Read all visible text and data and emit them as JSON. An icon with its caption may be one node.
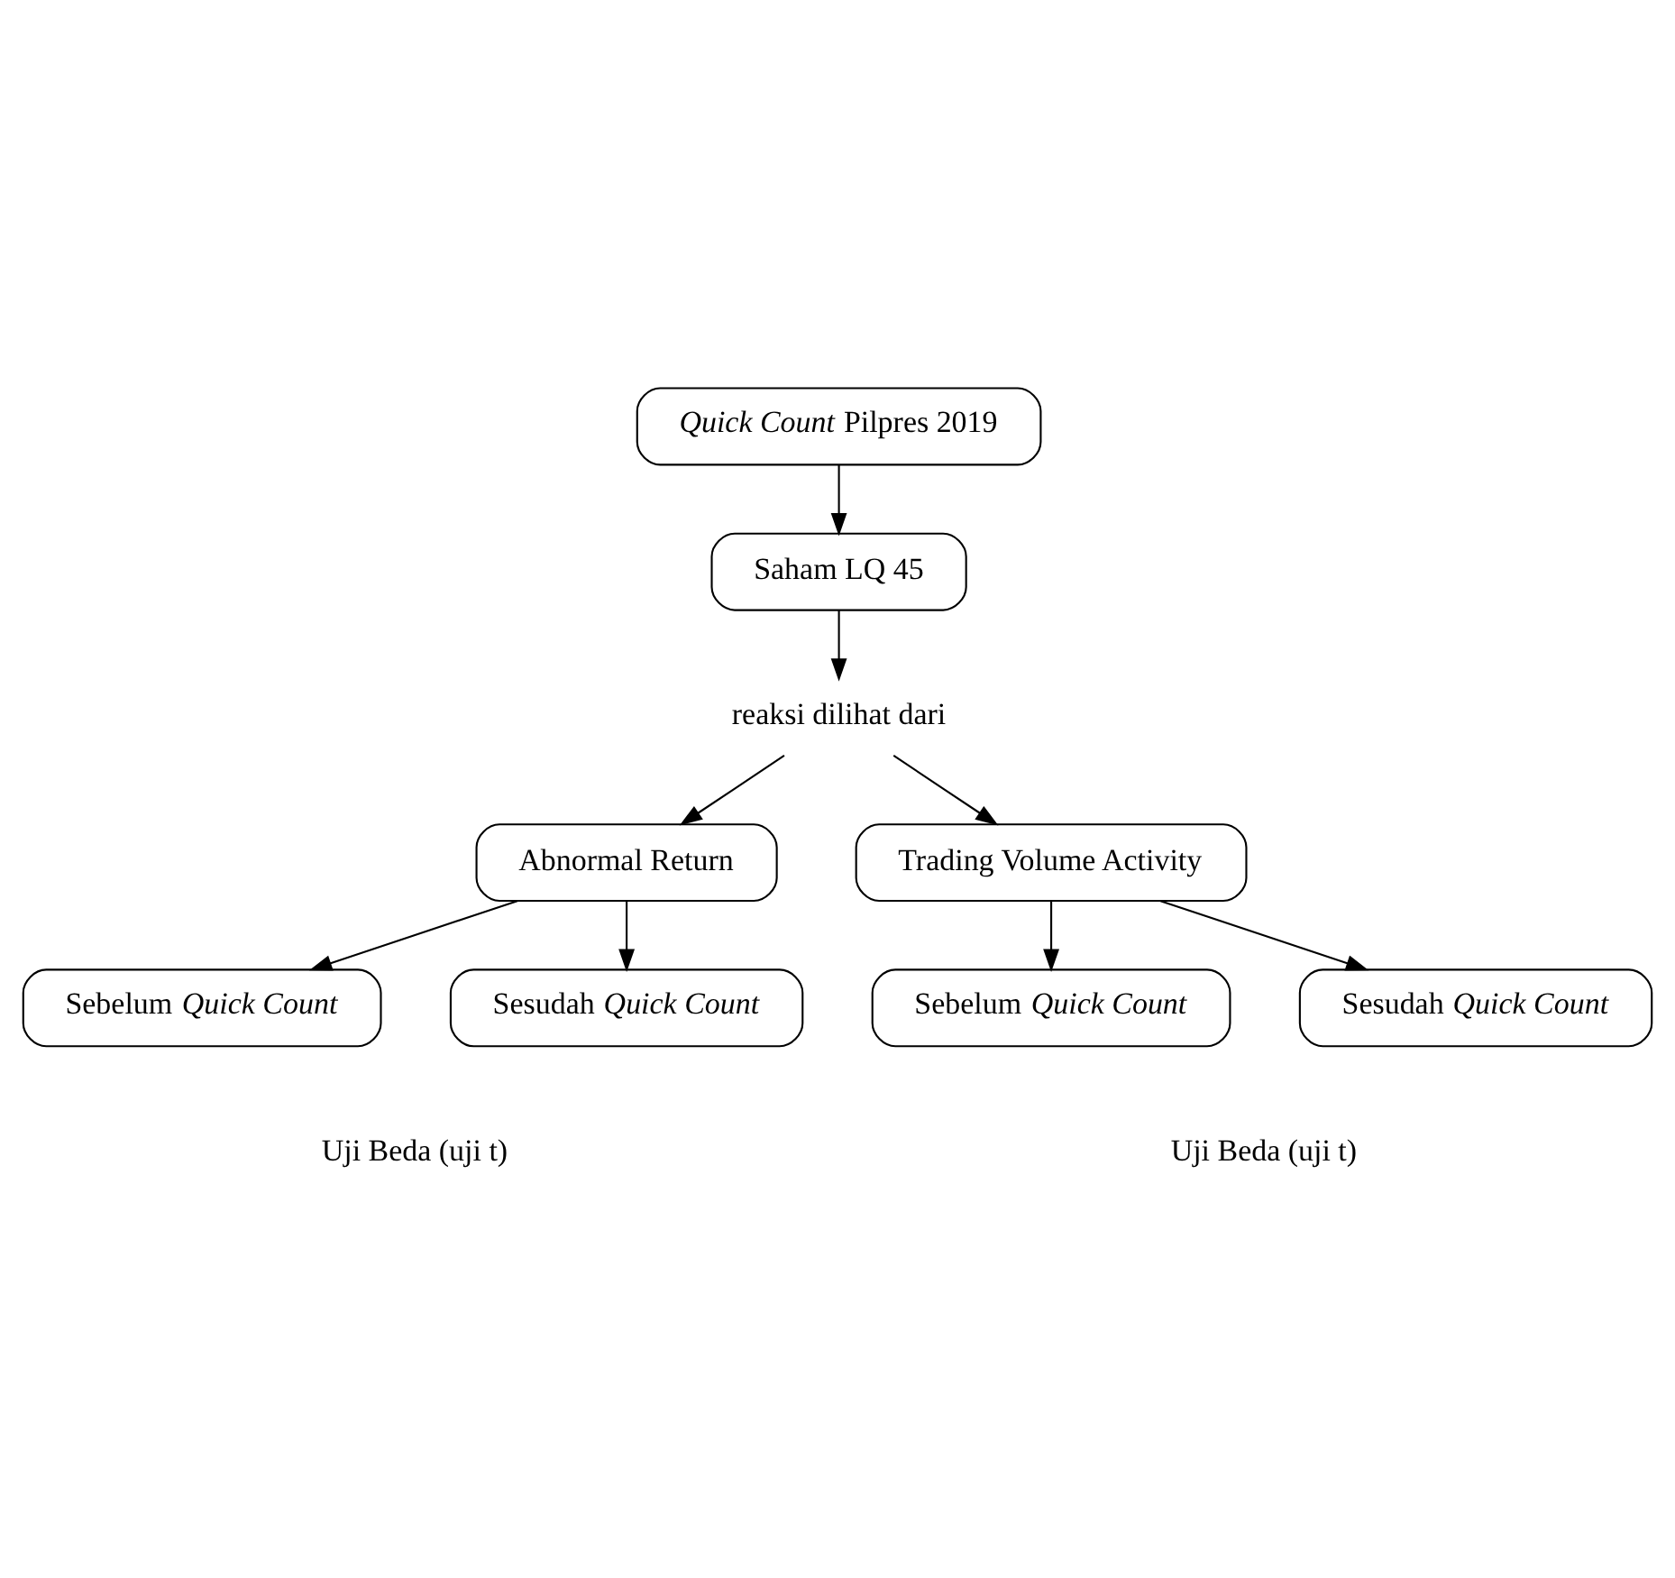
{
  "diagram": {
    "nodes": [
      {
        "text": [
          "*Quick Count* Pilpres 2019"
        ]
      },
      {
        "text": [
          "Saham LQ 45"
        ]
      },
      {
        "text": [
          "reaksi dilihat dari"
        ]
      },
      {
        "text": [
          "Abnormal Return"
        ]
      },
      {
        "text": [
          "Trading Volume Activity"
        ]
      },
      {
        "text": [
          "Sebelum *Quick Count*"
        ]
      },
      {
        "text": [
          "Sesudah *Quick Count*"
        ]
      },
      {
        "text": [
          "Sebelum *Quick Count*"
        ]
      },
      {
        "text": [
          "Sesudah *Quick Count*"
        ]
      }
    ],
    "edges": [
      {
        "from": 0,
        "to": 1,
        "arrow": "to"
      },
      {
        "from": 1,
        "to": 2,
        "arrow": "to"
      },
      {
        "from": 2,
        "to": 3,
        "arrow": "to"
      },
      {
        "from": 2,
        "to": 4,
        "arrow": "to"
      },
      {
        "from": 3,
        "to": 5,
        "arrow": "to"
      },
      {
        "from": 3,
        "to": 6,
        "arrow": "to"
      },
      {
        "from": 4,
        "to": 7,
        "arrow": "to"
      },
      {
        "from": 4,
        "to": 8,
        "arrow": "to"
      }
    ],
    "labels": [
      "Uji Beda (uji t)",
      "Uji Beda (uji t)"
    ]
  }
}
